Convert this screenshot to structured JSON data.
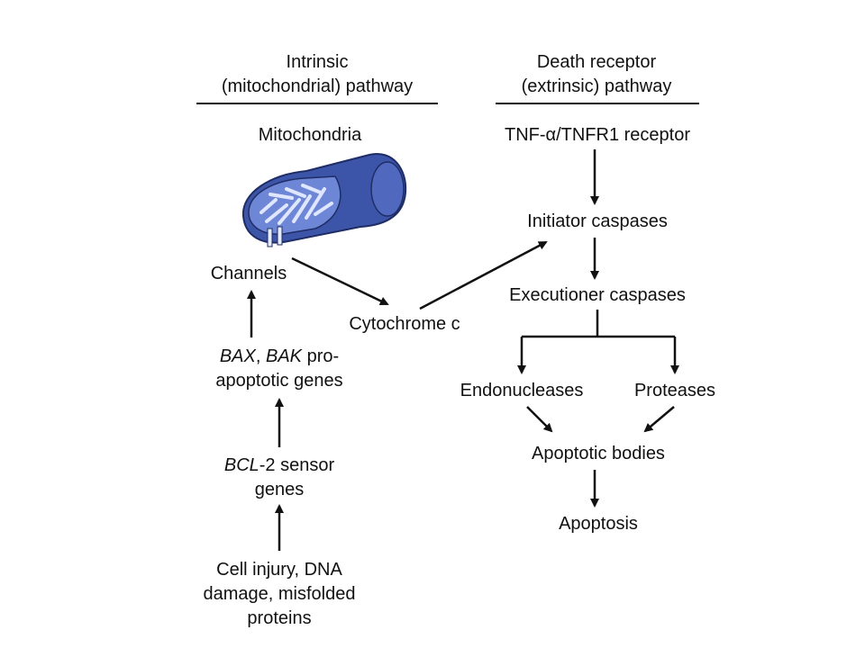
{
  "intrinsic": {
    "header_line1": "Intrinsic",
    "header_line2": "(mitochondrial) pathway",
    "mitochondria": "Mitochondria",
    "channels": "Channels",
    "bax_italic": "BAX",
    "bax_sep": ", ",
    "bak_italic": "BAK",
    "bax_rest": " pro-",
    "bax_line2": "apoptotic genes",
    "bcl_italic": "BCL",
    "bcl_rest": "-2 sensor",
    "bcl_line2": "genes",
    "injury_line1": "Cell injury, DNA",
    "injury_line2": "damage, misfolded",
    "injury_line3": "proteins"
  },
  "cytochrome": "Cytochrome c",
  "extrinsic": {
    "header_line1": "Death receptor",
    "header_line2": "(extrinsic) pathway",
    "receptor": "TNF-α/TNFR1 receptor",
    "initiator": "Initiator caspases",
    "executioner": "Executioner caspases",
    "endonucleases": "Endonucleases",
    "proteases": "Proteases",
    "apoptotic_bodies": "Apoptotic bodies",
    "apoptosis": "Apoptosis"
  },
  "colors": {
    "mito_outer": "#3d55a8",
    "mito_inner": "#6e86d6",
    "mito_cristae": "#dfe6ff",
    "ink": "#111111"
  }
}
